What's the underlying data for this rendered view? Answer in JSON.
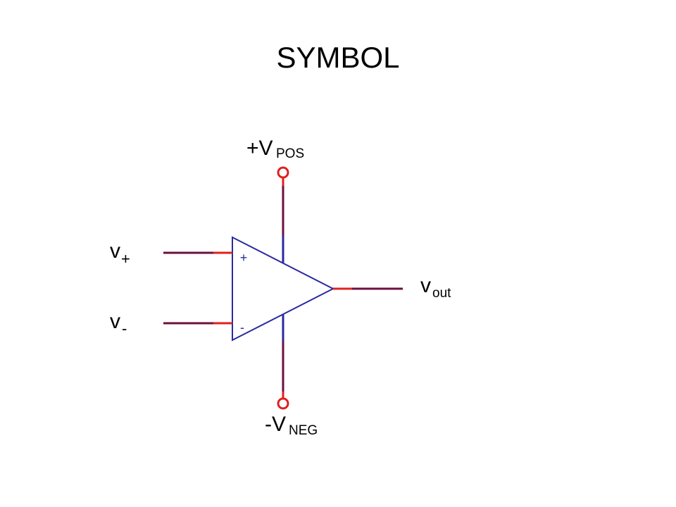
{
  "title": "SYMBOL",
  "labels": {
    "vpos_main": "+V",
    "vpos_sub": "POS",
    "vneg_main": "-V",
    "vneg_sub": "NEG",
    "vplus_main": "v",
    "vplus_sub": "+",
    "vminus_main": "v",
    "vminus_sub": "-",
    "vout_main": "v",
    "vout_sub": "out",
    "plus_sign": "+",
    "minus_sign": "-"
  },
  "colors": {
    "wire": "#6b1040",
    "lead": "#e02020",
    "body": "#2a2aa0",
    "terminal": "#e02020",
    "sign": "#2a2aa0",
    "text": "#000000"
  }
}
